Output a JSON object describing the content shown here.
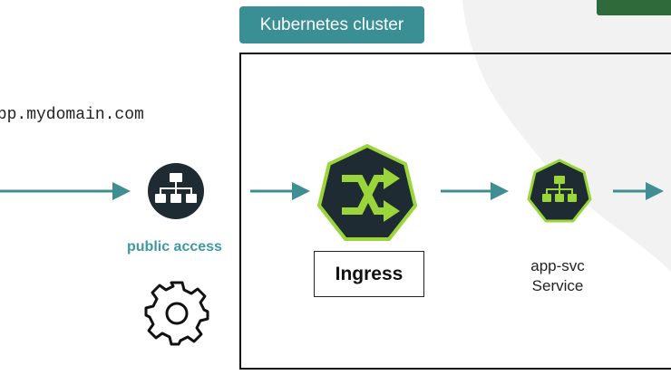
{
  "cluster": {
    "label": "Kubernetes cluster"
  },
  "url": {
    "text": "app.mydomain.com"
  },
  "public_access": {
    "label": "public access"
  },
  "ingress": {
    "label": "Ingress"
  },
  "service": {
    "name": "app-svc",
    "type": "Service"
  },
  "colors": {
    "teal": "#3a8f95",
    "arrow": "#3f8e93",
    "icon_dark": "#1e2b33",
    "icon_green": "#9ad63a",
    "cluster_border": "#111111"
  },
  "icons": {
    "public_access": "hierarchy-icon",
    "settings": "gear-icon",
    "ingress": "shuffle-icon",
    "service": "hierarchy-icon"
  }
}
